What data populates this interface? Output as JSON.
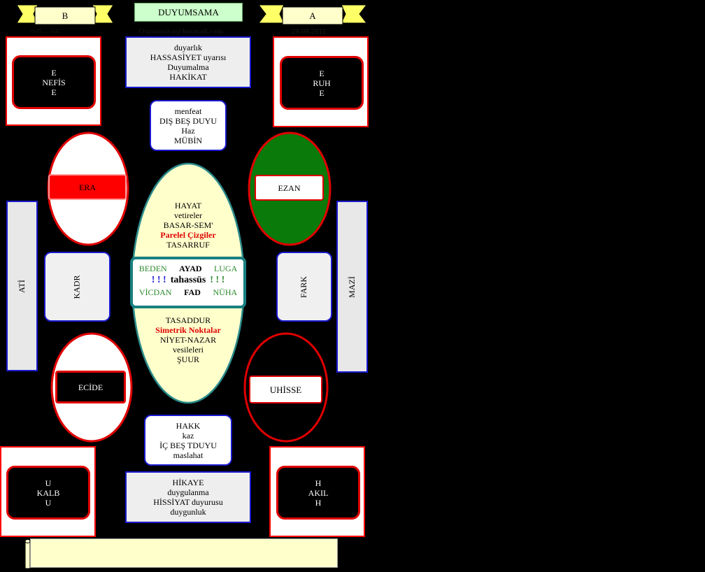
{
  "header": {
    "left_ribbon": "B",
    "title": "DUYUMSAMA",
    "right_ribbon": "A",
    "left_sub": "e-m ... dar",
    "center_sub": "Osmanziya@hotmail.com",
    "right_sub": "20.08.2011"
  },
  "colors": {
    "background": "#000000",
    "red_border": "#ff0000",
    "blue_border": "#1a1ad0",
    "teal_border": "#2a8a8a",
    "ellipse_fill": "#ffffcc",
    "ezan_fill": "#0a7a0a",
    "title_fill": "#ccffcc",
    "footer_fill": "#ffffcc"
  },
  "corners": {
    "top_left": [
      "E",
      "NEFİS",
      "E"
    ],
    "top_right": [
      "E",
      "RUH",
      "E"
    ],
    "bottom_left": [
      "U",
      "KALB",
      "U"
    ],
    "bottom_right": [
      "H",
      "AKIL",
      "H"
    ]
  },
  "top_grey": [
    "duyarlık",
    "HASSASİYET uyarısı",
    "Duyumalma",
    "HAKİKAT"
  ],
  "top_round": [
    "menfeat",
    "DIŞ BEŞ DUYU",
    "Haz",
    "MÜBİN"
  ],
  "bottom_round": [
    "HAKK",
    "kaz",
    "İÇ BEŞ TDUYU",
    "maslahat"
  ],
  "bottom_grey": [
    "HİKAYE",
    "duygulanma",
    "HİSSİYAT duyurusu",
    "duygunluk"
  ],
  "circles": {
    "era": "ERA",
    "ezan": "EZAN",
    "ecide": "ECİDE",
    "uhisse": "UHİSSE"
  },
  "side": {
    "ati": "ATİ",
    "mazi": "MAZİ",
    "kadr": "KADR",
    "fark": "FARK"
  },
  "ellipse": {
    "top_lines": [
      "HAYAT",
      "vetireler",
      "BASAR-SEM'"
    ],
    "top_red": "Parelel Çizgiler",
    "top_last": "TASARRUF",
    "mid_row1": [
      "BEDEN",
      "AYAD",
      "LUGA"
    ],
    "mid_bang": "! ! !",
    "mid_center": "tahassüs",
    "mid_row3": [
      "VİCDAN",
      "FAD",
      "NÜHA"
    ],
    "bottom_first": "TASADDUR",
    "bottom_red": "Simetrik Noktalar",
    "bottom_lines": [
      "NİYET-NAZAR",
      "vesileleri",
      "ŞUUR"
    ]
  }
}
